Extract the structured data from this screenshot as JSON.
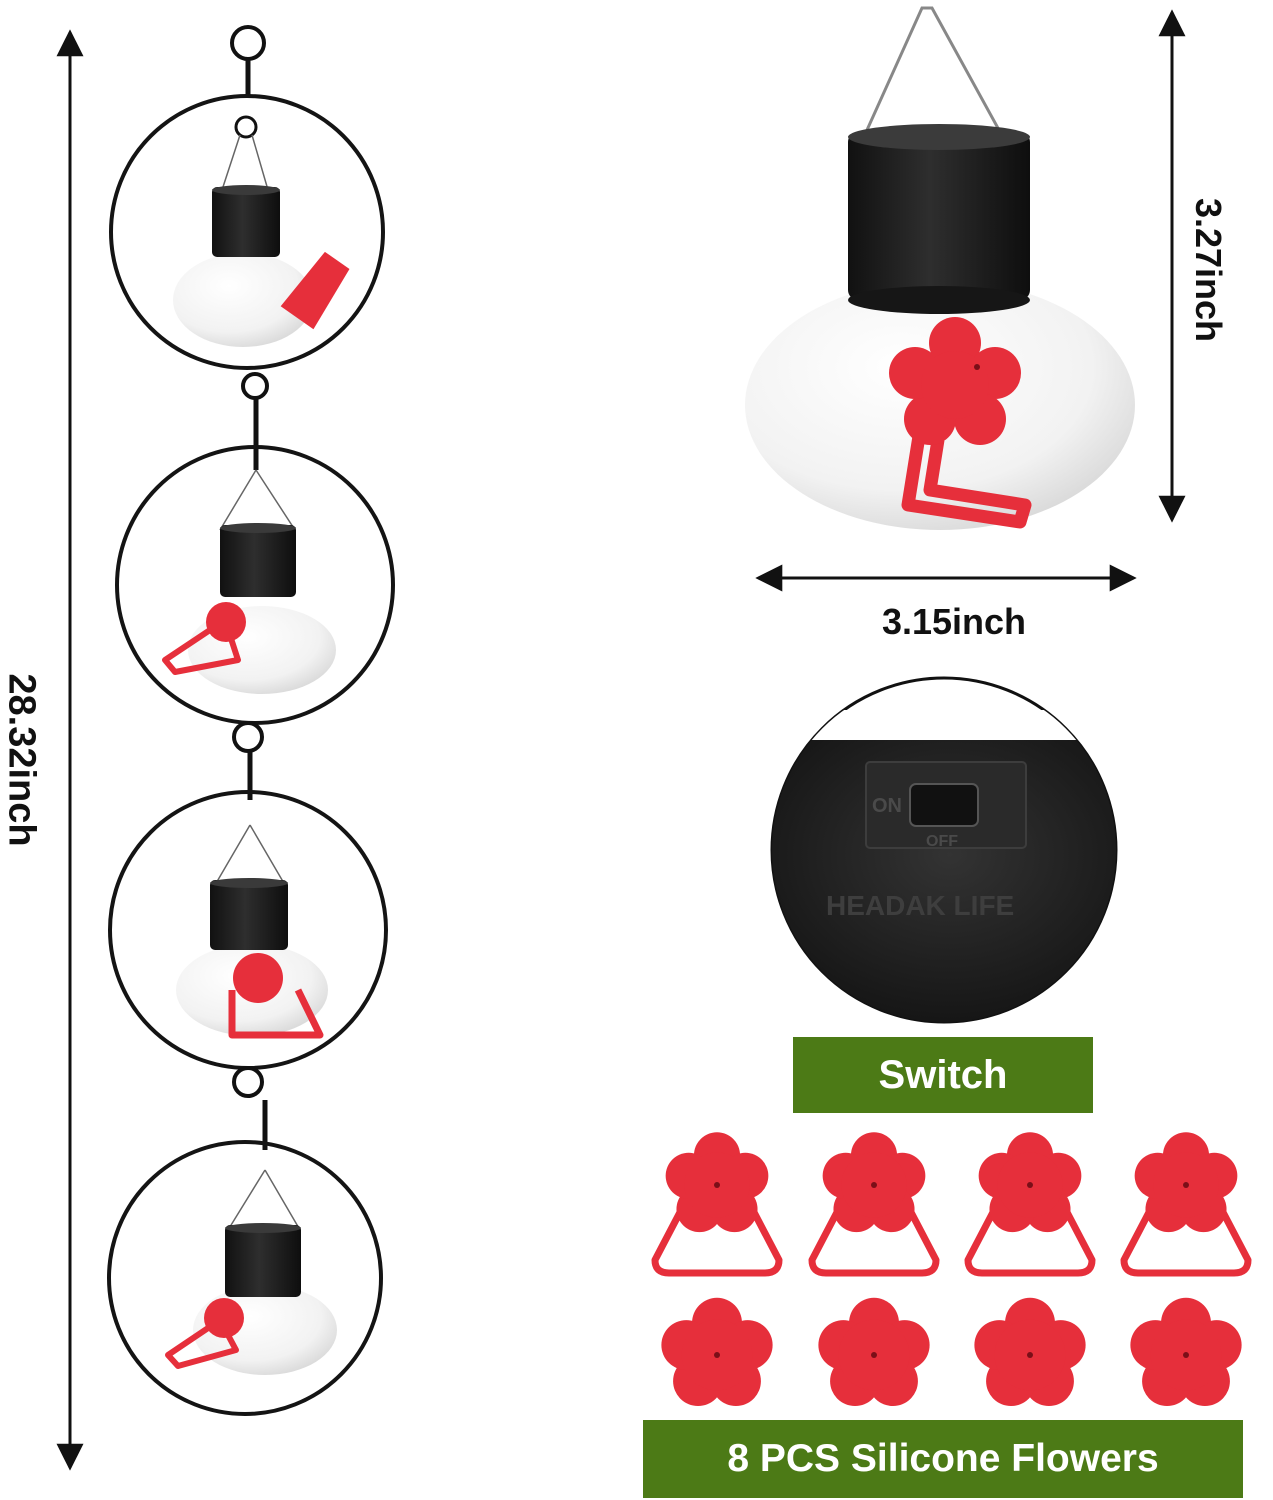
{
  "dimensions": {
    "total_height": "28.32inch",
    "feeder_height": "3.15inch",
    "feeder_width": "3.27inch"
  },
  "labels": {
    "switch": "Switch",
    "flowers": "8 PCS Silicone Flowers"
  },
  "switch_markings": {
    "on": "ON",
    "off": "OFF",
    "brand": "HEADAK LIFE"
  },
  "colors": {
    "flower_red": "#e62f3b",
    "cap_black": "#1c1c1c",
    "label_green": "#4c7a16",
    "ring": "#141414"
  },
  "counts": {
    "flowers_with_handle": 4,
    "flowers_plain": 4
  }
}
